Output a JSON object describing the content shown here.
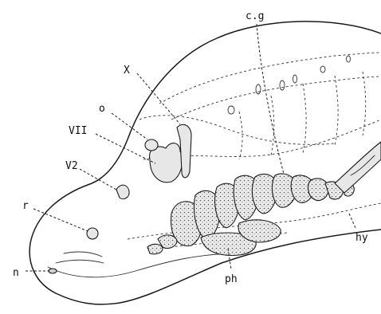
{
  "figure": {
    "labels": {
      "cg": "c.g",
      "x": "X",
      "o": "o",
      "vii": "VII",
      "v2": "V2",
      "r": "r",
      "n": "n",
      "ph": "ph",
      "hy": "hy"
    }
  }
}
